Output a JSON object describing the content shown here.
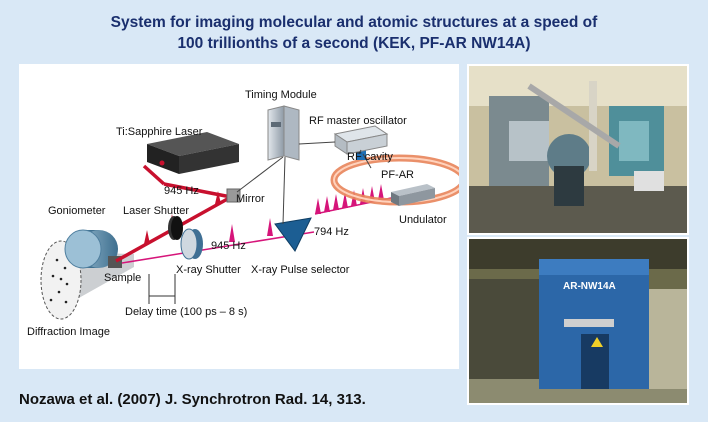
{
  "title": {
    "line1": "System for imaging molecular and atomic structures at a speed of",
    "line2": "100 trillionths of a second (KEK, PF-AR NW14A)"
  },
  "diagram": {
    "labels": {
      "timing_module": "Timing Module",
      "rf_master_oscillator": "RF master oscillator",
      "ti_sapphire_laser": "Ti:Sapphire Laser",
      "rf_cavity": "RF cavity",
      "pf_ar": "PF-AR",
      "freq_945_a": "945 Hz",
      "mirror": "Mirror",
      "goniometer": "Goniometer",
      "laser_shutter": "Laser Shutter",
      "undulator": "Undulator",
      "freq_794": "794 Hz",
      "freq_945_b": "945 Hz",
      "sample": "Sample",
      "x_ray_shutter": "X-ray Shutter",
      "x_ray_pulse_selector": "X-ray Pulse selector",
      "delay_time": "Delay time (100 ps – 8 s)",
      "diffraction_image": "Diffraction Image"
    }
  },
  "photos": {
    "hutch_sign": "AR-NW14A"
  },
  "citation": "Nozawa et al. (2007) J. Synchrotron Rad. 14, 313.",
  "colors": {
    "background": "#d9e8f6",
    "title": "#1a2f6e",
    "laser_beam": "#c8102e",
    "xray_pulses": "#d6157a",
    "pulse_selector": "#1c5e93",
    "storage_ring": "#e8845a"
  }
}
